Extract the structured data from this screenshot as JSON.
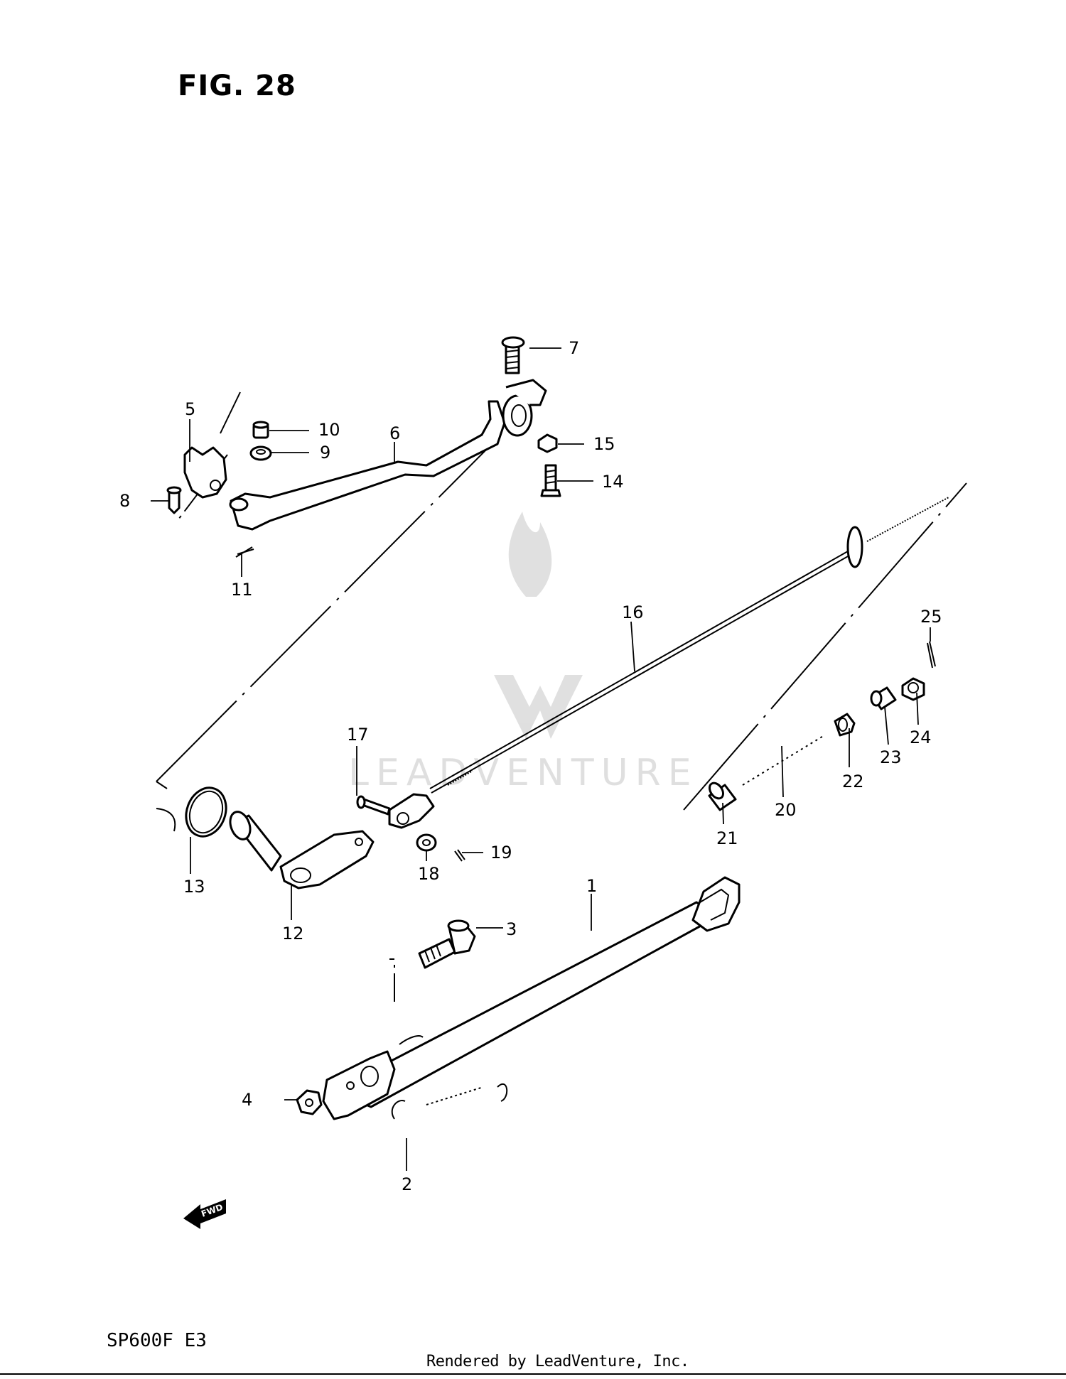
{
  "figure": {
    "title": "FIG. 28",
    "model": "SP600F  E3",
    "footer": "Rendered by LeadVenture, Inc.",
    "watermark_text": "LEADVENTURE",
    "fwd_label": "FWD"
  },
  "callouts": [
    "1",
    "2",
    "3",
    "4",
    "5",
    "6",
    "7",
    "8",
    "9",
    "10",
    "11",
    "12",
    "13",
    "14",
    "15",
    "16",
    "17",
    "18",
    "19",
    "20",
    "21",
    "22",
    "23",
    "24",
    "25"
  ]
}
